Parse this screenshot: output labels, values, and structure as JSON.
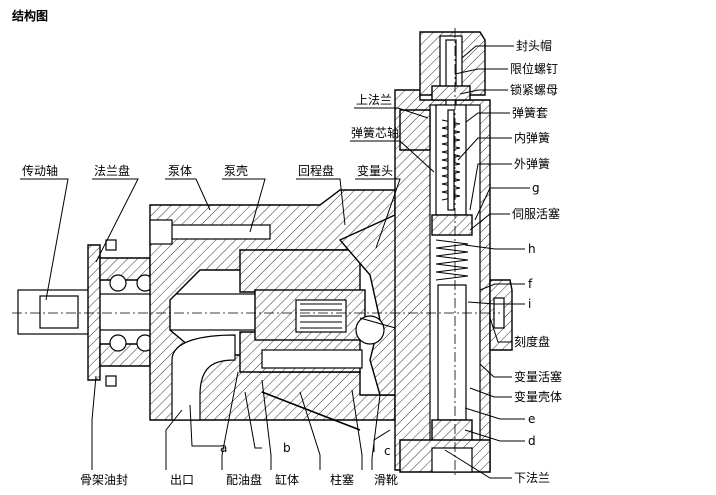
{
  "title": "结构图",
  "labels": {
    "shaft": "传动轴",
    "flange_plate": "法兰盘",
    "pump_body": "泵体",
    "pump_shell": "泵壳",
    "return_plate": "回程盘",
    "variable_head": "变量头",
    "spring_core_shaft": "弹簧芯轴",
    "upper_flange": "上法兰",
    "seal_cap": "封头帽",
    "limit_screw": "限位螺钉",
    "lock_nut": "锁紧螺母",
    "spring_sleeve": "弹簧套",
    "inner_spring": "内弹簧",
    "outer_spring": "外弹簧",
    "g": "g",
    "servo_piston": "伺服活塞",
    "h": "h",
    "f": "f",
    "i": "i",
    "dial": "刻度盘",
    "variable_piston": "变量活塞",
    "variable_housing": "变量壳体",
    "e": "e",
    "d": "d",
    "lower_flange": "下法兰",
    "a": "a",
    "b": "b",
    "c": "c",
    "skeleton_seal": "骨架油封",
    "outlet": "出口",
    "valve_plate": "配油盘",
    "cylinder": "缸体",
    "plunger": "柱塞",
    "slipper": "滑靴"
  }
}
